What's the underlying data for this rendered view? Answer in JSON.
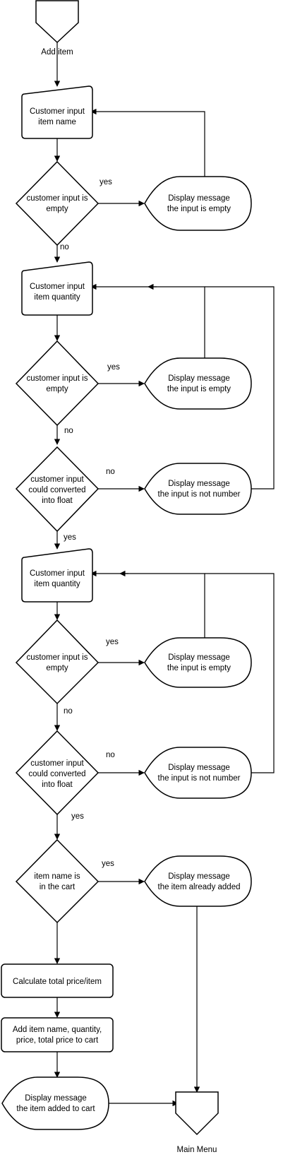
{
  "nodes": {
    "start": [
      "Add item"
    ],
    "input_name": [
      "Customer input",
      "item name"
    ],
    "check_name_empty": [
      "customer input is",
      "empty"
    ],
    "msg_name_empty": [
      "Display message",
      "the input is empty"
    ],
    "input_qty1": [
      "Customer input",
      "item quantity"
    ],
    "check_qty1_empty": [
      "customer input is",
      "empty"
    ],
    "msg_qty1_empty": [
      "Display message",
      "the input is empty"
    ],
    "check_qty1_float": [
      "customer input",
      "could converted",
      "into float"
    ],
    "msg_qty1_nan": [
      "Display message",
      "the input is not number"
    ],
    "input_qty2": [
      "Customer input",
      "item quantity"
    ],
    "check_qty2_empty": [
      "customer input is",
      "empty"
    ],
    "msg_qty2_empty": [
      "Display message",
      "the input is empty"
    ],
    "check_qty2_float": [
      "customer input",
      "could converted",
      "into float"
    ],
    "msg_qty2_nan": [
      "Display message",
      "the input is not number"
    ],
    "check_in_cart": [
      "item name is",
      "in the cart"
    ],
    "msg_already_added": [
      "Display message",
      "the item already added"
    ],
    "calc_total": [
      "Calculate total price/item"
    ],
    "add_to_cart": [
      "Add item name, quantity,",
      "price, total price to cart"
    ],
    "msg_added": [
      "Display message",
      "the item added to cart"
    ],
    "end": [
      "Main Menu"
    ]
  },
  "edge_labels": {
    "name_empty_yes": "yes",
    "name_empty_no": "no",
    "qty1_empty_yes": "yes",
    "qty1_empty_no": "no",
    "qty1_float_no": "no",
    "qty1_float_yes": "yes",
    "qty2_empty_yes": "yes",
    "qty2_empty_no": "no",
    "qty2_float_no": "no",
    "qty2_float_yes": "yes",
    "in_cart_yes": "yes"
  }
}
